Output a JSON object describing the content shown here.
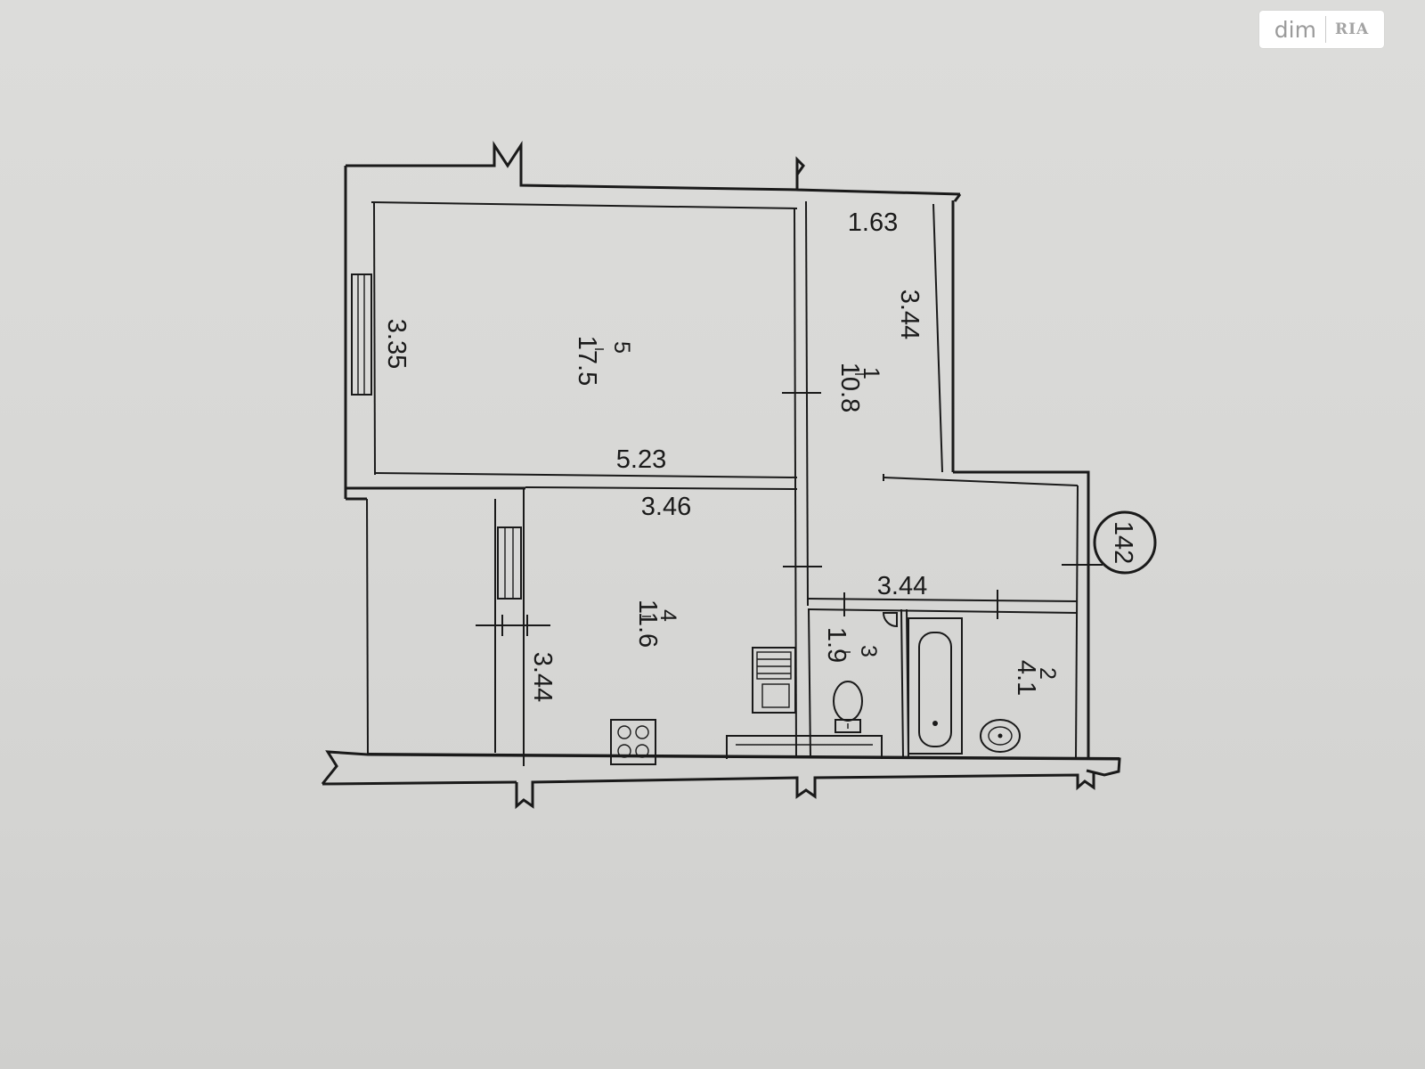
{
  "watermark": {
    "dim": "dim",
    "ria": "RIA"
  },
  "plan": {
    "apartment_number": "142",
    "dims": {
      "corridor_width": "1.63",
      "corridor_length": "3.44",
      "room5_depth": "3.35",
      "room5_width": "5.23",
      "room4_width": "3.46",
      "room4_depth": "3.44",
      "bathroom_width": "3.44"
    },
    "rooms": [
      {
        "number": "5",
        "area": "17.5"
      },
      {
        "number": "1",
        "area": "10.8"
      },
      {
        "number": "4",
        "area": "11.6"
      },
      {
        "number": "3",
        "area": "1.9"
      },
      {
        "number": "2",
        "area": "4.1"
      }
    ]
  }
}
